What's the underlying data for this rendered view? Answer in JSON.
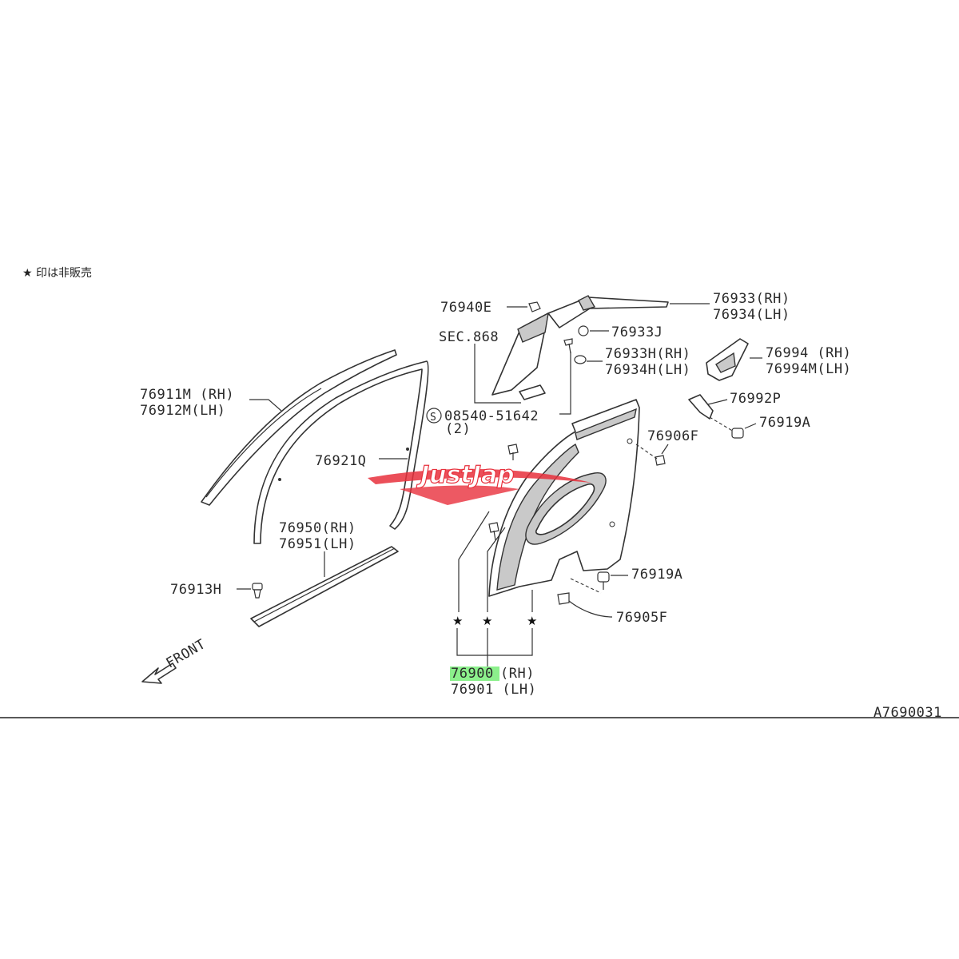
{
  "note": "★ 印は非販売",
  "diagram_code": "A7690031",
  "watermark": "JustJap",
  "front_label": "FRONT",
  "parts": {
    "p76940E": "76940E",
    "sec868": "SEC.868",
    "p76933_rh": "76933(RH)",
    "p76934_lh": "76934(LH)",
    "p76933J": "76933J",
    "p76933H_rh": "76933H(RH)",
    "p76934H_lh": "76934H(LH)",
    "p76994_rh": "76994  (RH)",
    "p76994M_lh": "76994M(LH)",
    "p76992P": "76992P",
    "p76919A_top": "76919A",
    "screw_s": "S",
    "p08540_51642": "08540-51642",
    "qty_2": "(2)",
    "p76906F": "76906F",
    "p76911M_rh": "76911M (RH)",
    "p76912M_lh": "76912M(LH)",
    "p76921Q": "76921Q",
    "p76950_rh": "76950(RH)",
    "p76951_lh": "76951(LH)",
    "p76913H": "76913H",
    "p76919A_bottom": "76919A",
    "p76905F": "76905F",
    "p76900": "76900",
    "p76900_rh": "(RH)",
    "p76901_lh": "76901 (LH)"
  },
  "stars": [
    "★",
    "★",
    "★"
  ],
  "colors": {
    "highlight": "#8cf08c",
    "watermark_red": "#e8303c",
    "line": "#333333"
  }
}
